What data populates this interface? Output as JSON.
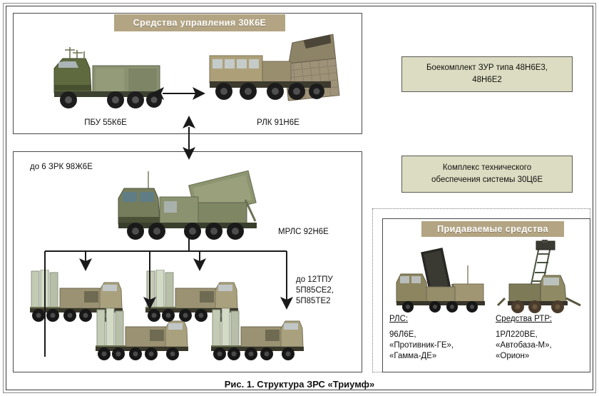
{
  "figure": {
    "caption": "Рис. 1. Структура ЗРС «Триумф»"
  },
  "control_section": {
    "header": "Средства управления 30К6Е",
    "items": [
      {
        "label": "ПБУ 55К6Е",
        "icon": "command-post-truck-icon"
      },
      {
        "label": "РЛК 91Н6Е",
        "icon": "radar-complex-truck-icon"
      }
    ],
    "link_arrow": "bidirectional-horizontal-arrow"
  },
  "missile_section": {
    "unit_label": "до 6 ЗРК 98Ж6Е",
    "radar_label": "МРЛС 92Н6Е",
    "launchers_label": "до 12ТПУ\n5П85СЕ2,\n5П85ТЕ2",
    "radar_icon": "multifunction-radar-truck-icon",
    "launcher_icon": "tel-launcher-icon",
    "launcher_count": 4
  },
  "side_boxes": [
    {
      "text": "Боекомплект ЗУР типа  48Н6Е3,\n48Н6Е2"
    },
    {
      "text": "Комплекс технического\nобеспечения системы 30Ц6Е"
    }
  ],
  "attached_section": {
    "header": "Придаваемые средства",
    "columns": [
      {
        "title": "РЛС:",
        "icon": "mobile-radar-icon",
        "items": "96Л6Е,\n«Противник-ГЕ»,\n«Гамма-ДЕ»"
      },
      {
        "title": "Средства РТР:",
        "icon": "elint-mast-truck-icon",
        "items": "1РЛ220ВЕ,\n«Автобаза-М»,\n«Орион»"
      }
    ]
  },
  "colors": {
    "header_bar": "#b3a483",
    "olive_box": "#dcdcc2",
    "panel_border": "#4a4a4a",
    "arrow": "#1a1a1a",
    "text": "#111111"
  }
}
